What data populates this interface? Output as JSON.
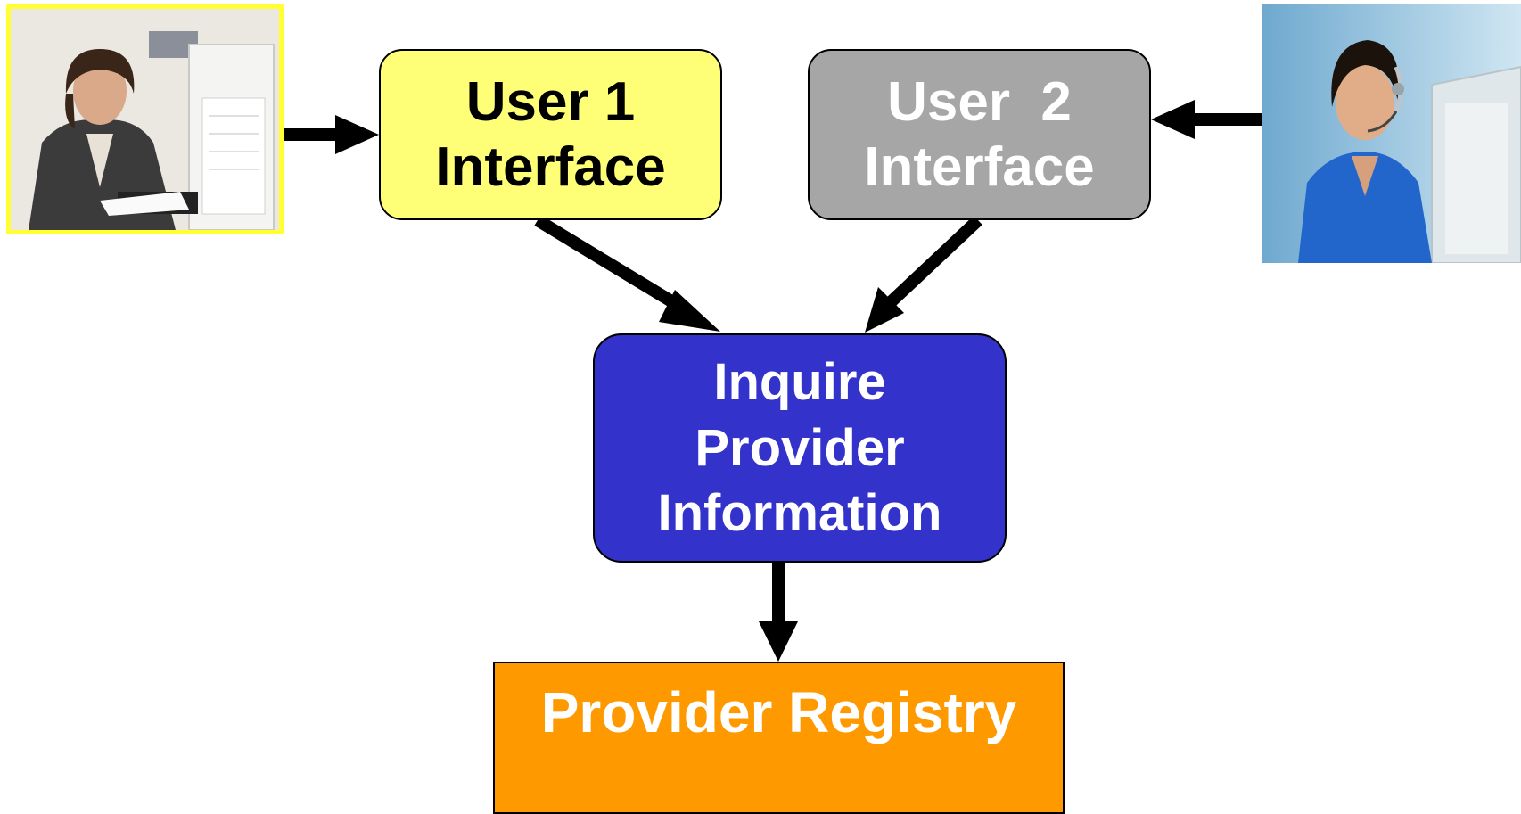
{
  "boxes": {
    "user1": {
      "line1": "User 1",
      "line2": "Interface",
      "color": "#ffff77"
    },
    "user2": {
      "line1": "User  2",
      "line2": "Interface",
      "color": "#a6a6a6"
    },
    "inquire": {
      "line1": "Inquire",
      "line2": "Provider",
      "line3": "Information",
      "color": "#3333cc"
    },
    "registry": {
      "label": "Provider Registry",
      "color": "#ff9900"
    }
  },
  "photos": {
    "user1": {
      "icon": "person-at-desk-icon"
    },
    "user2": {
      "icon": "person-with-headset-icon"
    }
  },
  "connectors": [
    {
      "from": "photo-user1",
      "to": "user1"
    },
    {
      "from": "photo-user2",
      "to": "user2"
    },
    {
      "from": "user1",
      "to": "inquire"
    },
    {
      "from": "user2",
      "to": "inquire"
    },
    {
      "from": "inquire",
      "to": "registry"
    }
  ]
}
